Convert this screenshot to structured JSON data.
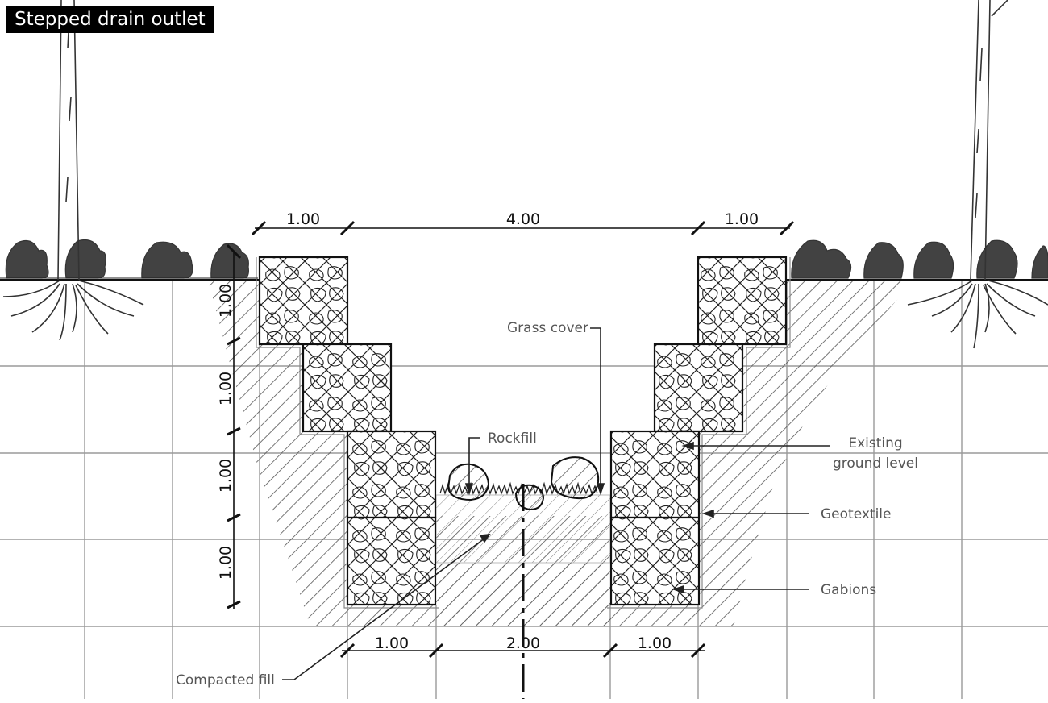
{
  "title": "Stepped drain outlet",
  "dimensions": {
    "top": [
      "1.00",
      "4.00",
      "1.00"
    ],
    "bottom": [
      "1.00",
      "2.00",
      "1.00"
    ],
    "vertical": [
      "1.00",
      "1.00",
      "1.00",
      "1.00"
    ]
  },
  "labels": {
    "grass_cover": "Grass cover",
    "rockfill": "Rockfill",
    "existing_ground_line1": "Existing",
    "existing_ground_line2": "ground level",
    "geotextile": "Geotextile",
    "gabions": "Gabions",
    "compacted_fill": "Compacted fill"
  },
  "colors": {
    "line": "#111111",
    "grid": "#9a9a9a",
    "hatch": "#555555",
    "label_text": "#555555",
    "title_bg": "#000000",
    "title_text": "#ffffff"
  }
}
